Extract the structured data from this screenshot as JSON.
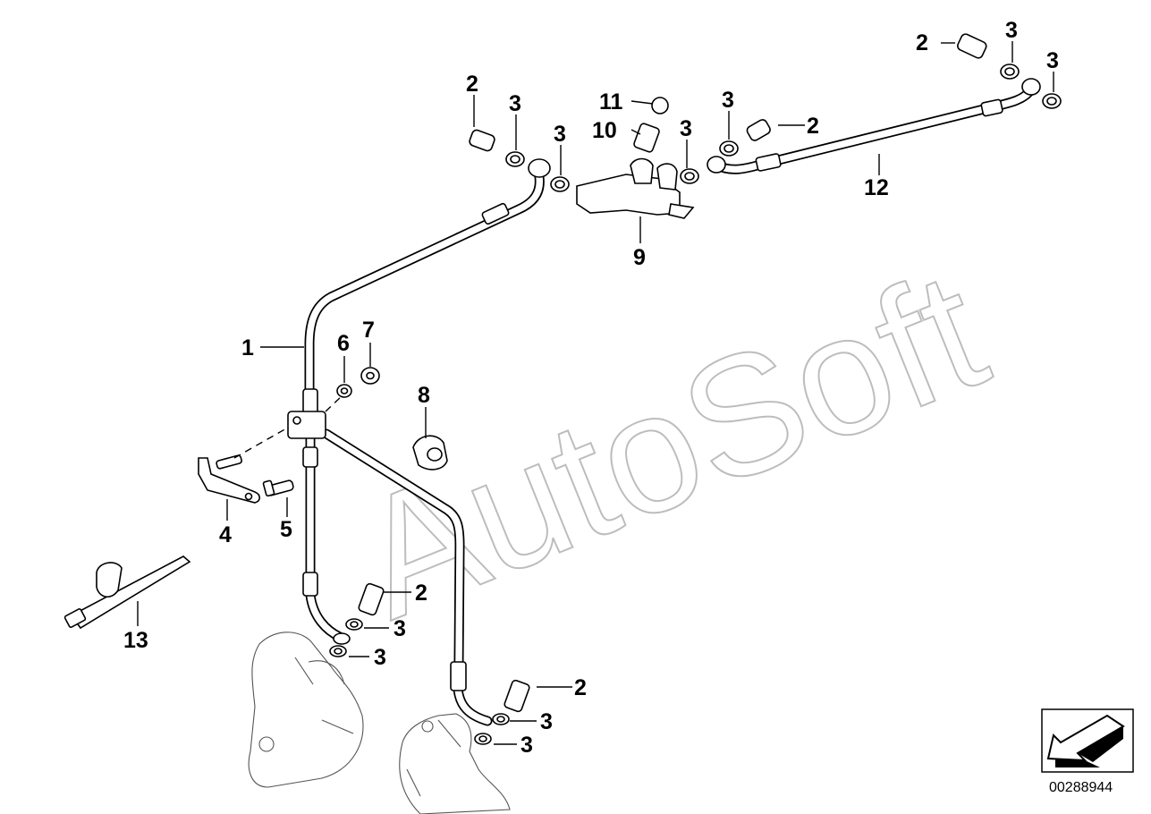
{
  "watermark": "AutoSoft",
  "reference_number": "00288944",
  "callouts": {
    "c1": "1",
    "c2a": "2",
    "c2b": "2",
    "c2c": "2",
    "c2d": "2",
    "c2e": "2",
    "c3a": "3",
    "c3b": "3",
    "c3c": "3",
    "c3d": "3",
    "c3e": "3",
    "c3f": "3",
    "c3g": "3",
    "c3h": "3",
    "c3i": "3",
    "c3j": "3",
    "c4": "4",
    "c5": "5",
    "c6": "6",
    "c7": "7",
    "c8": "8",
    "c9": "9",
    "c10": "10",
    "c11": "11",
    "c12": "12",
    "c13": "13"
  },
  "icons": {
    "orientation": "direction-arrow-icon"
  }
}
